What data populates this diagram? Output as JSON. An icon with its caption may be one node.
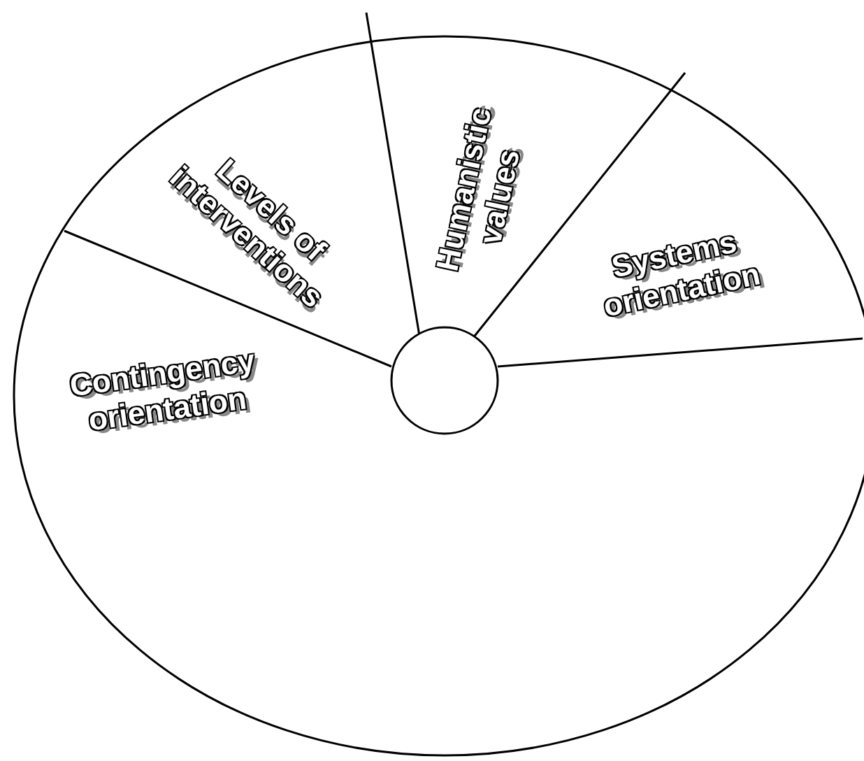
{
  "diagram": {
    "nodes": [
      {
        "text": [
          "Levels of interventions"
        ]
      },
      {
        "text": [
          "Humanistic values"
        ]
      },
      {
        "text": [
          "Systems orientation"
        ]
      },
      {
        "text": [
          "Contingency orientation"
        ]
      },
      {
        "text": [],
        "shape": "circle"
      }
    ],
    "edges": []
  }
}
